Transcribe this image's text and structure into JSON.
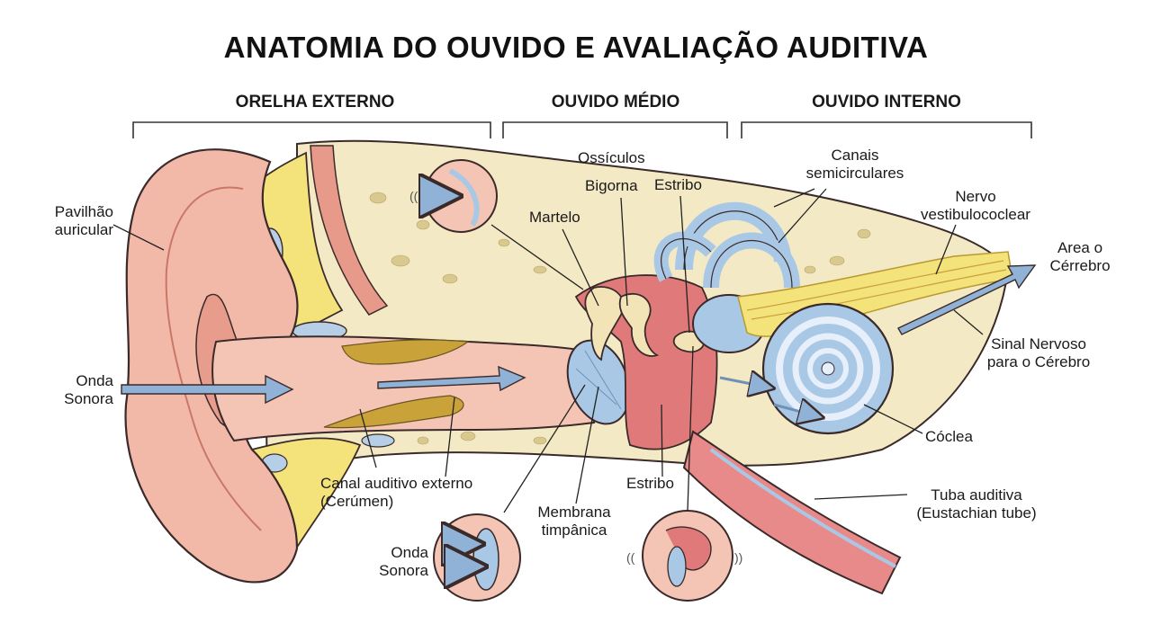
{
  "title": "ANATOMIA DO OUVIDO E AVALIAÇÃO AUDITIVA",
  "sections": {
    "outer": "ORELHA EXTERNO",
    "middle": "OUVIDO MÉDIO",
    "inner": "OUVIDO INTERNO"
  },
  "labels": {
    "pinna": [
      "Pavilhão",
      "auricular"
    ],
    "sound_wave_left": [
      "Onda",
      "Sonora"
    ],
    "ear_canal": [
      "Canal auditivo externo",
      "(Cerúmen)"
    ],
    "sound_wave_inset": [
      "Onda",
      "Sonora"
    ],
    "eardrum": [
      "Membrana",
      "timpânica"
    ],
    "stirrup_bottom": "Estribo",
    "ossicles": "Ossículos",
    "anvil": "Bigorna",
    "stirrup_top": "Estribo",
    "hammer": "Martelo",
    "semicircular": [
      "Canais",
      "semicirculares"
    ],
    "nerve": [
      "Nervo",
      "vestibulococlear"
    ],
    "brain_area": [
      "Area o",
      "Cérrebro"
    ],
    "nerve_signal": [
      "Sinal Nervoso",
      "para o Cérebro"
    ],
    "cochlea": "Cóclea",
    "eustachian": [
      "Tuba auditiva",
      "(Eustachian tube)"
    ]
  },
  "colors": {
    "skin": "#f2b8a8",
    "skin_dark": "#d98a7a",
    "bone": "#f3e9c4",
    "fat": "#f4e27a",
    "inner_blue": "#a9c8e6",
    "cerumen": "#c9a23a",
    "red_tissue": "#e07a7a",
    "outline": "#3a2a2a"
  }
}
